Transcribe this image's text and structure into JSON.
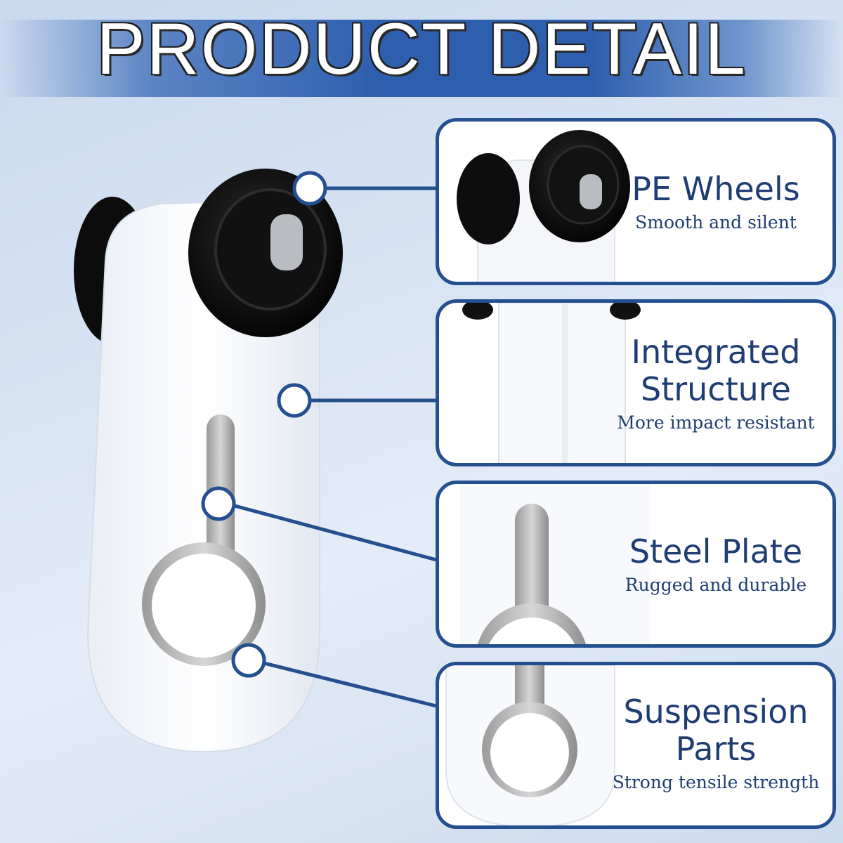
{
  "banner": {
    "title": "PRODUCT DETAIL"
  },
  "features": [
    {
      "name": "PE Wheels",
      "description": "Smooth and silent"
    },
    {
      "name": "Integrated Structure",
      "name_lines": [
        "Integrated",
        "Structure"
      ],
      "description": "More impact resistant"
    },
    {
      "name": "Steel Plate",
      "description": "Rugged and durable"
    },
    {
      "name": "Suspension Parts",
      "name_lines": [
        "Suspension",
        "Parts"
      ],
      "description": "Strong tensile strength"
    }
  ],
  "colors": {
    "accent": "#24508f",
    "banner": "#2e5fae",
    "text": "#1f3d73"
  }
}
